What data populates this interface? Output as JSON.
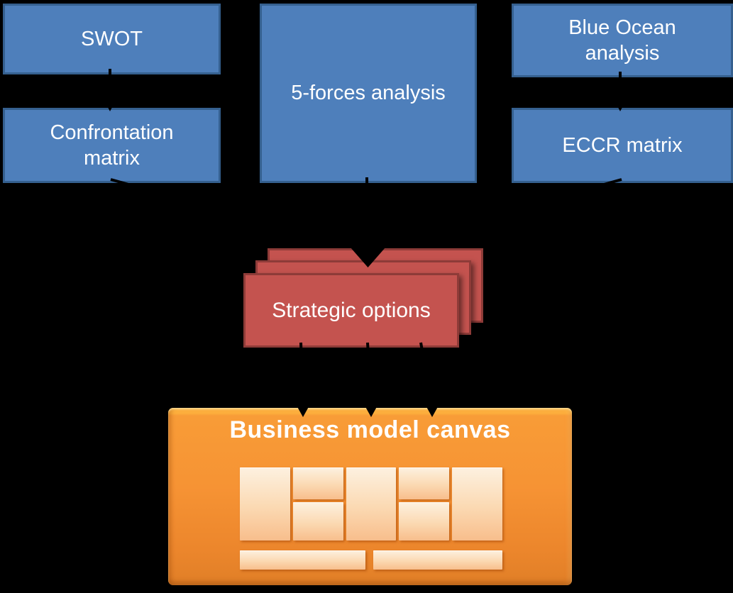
{
  "canvas_bg": "#000000",
  "boxes": {
    "swot": {
      "label": "SWOT"
    },
    "confrontation": {
      "label": "Confrontation\nmatrix"
    },
    "five_forces": {
      "label": "5-forces analysis"
    },
    "blue_ocean": {
      "label": "Blue Ocean\nanalysis"
    },
    "eccr": {
      "label": "ECCR matrix"
    },
    "strategic_options": {
      "label": "Strategic options",
      "stack_count": 3
    },
    "business_model_canvas": {
      "label": "Business model canvas"
    }
  },
  "connections": [
    {
      "from": "swot",
      "to": "confrontation"
    },
    {
      "from": "blue_ocean",
      "to": "eccr"
    },
    {
      "from": "confrontation",
      "to": "strategic_options"
    },
    {
      "from": "five_forces",
      "to": "strategic_options"
    },
    {
      "from": "eccr",
      "to": "strategic_options"
    },
    {
      "from": "strategic_options",
      "to": "business_model_canvas",
      "arrow_count": 3
    }
  ],
  "colors": {
    "canvas_bg": "#000000",
    "analysis_fill": "#4E7FBB",
    "analysis_border": "#35608F",
    "options_fill": "#C4534F",
    "options_border": "#8E3B38",
    "canvas_fill": "#F69334",
    "canvas_cell_top": "#FDF1E0",
    "canvas_cell_bottom": "#F8BE8C",
    "connector": "#000000",
    "text": "#FFFFFF"
  }
}
